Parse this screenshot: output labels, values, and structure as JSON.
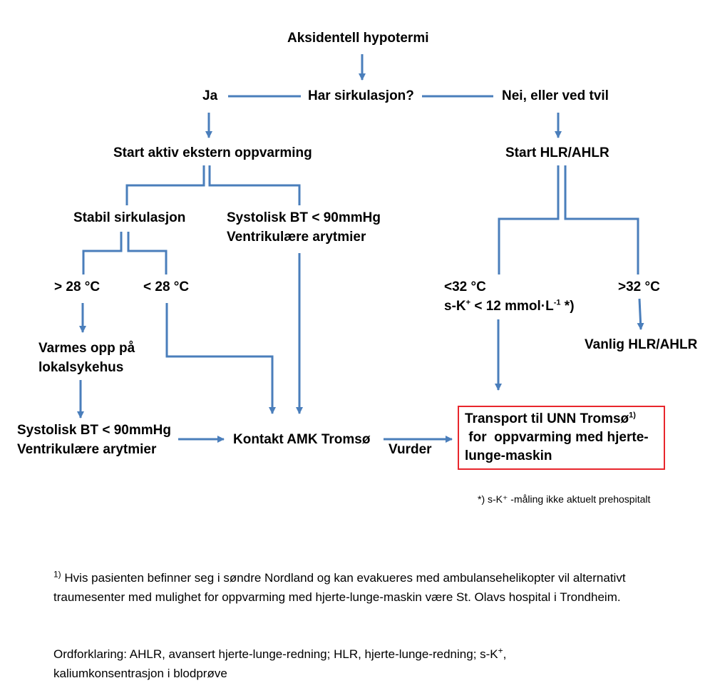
{
  "nodes": {
    "start": "Aksidentell hypotermi",
    "question": "Har sirkulasjon?",
    "yes": "Ja",
    "no": "Nei, eller ved tvil",
    "active_external": "Start aktiv ekstern oppvarming",
    "cpr": "Start HLR/AHLR",
    "stable": "Stabil sirkulasjon",
    "systolic_1": "Systolisk BT < 90mmHg",
    "ventricular_1": "Ventrikulære arytmier",
    "above28": "> 28 °C",
    "below28": "< 28 °C",
    "below32": "<32 °C",
    "potassium_prefix": "s-K",
    "potassium_plus": "+",
    "potassium_mid": " < 12 mmol·L",
    "potassium_exp": "-1",
    "potassium_suffix": " *)",
    "above32": ">32 °C",
    "warm_local_1": "Varmes opp på",
    "warm_local_2": "lokalsykehus",
    "usual_cpr": "Vanlig HLR/AHLR",
    "systolic_2": "Systolisk BT < 90mmHg",
    "ventricular_2": "Ventrikulære arytmier",
    "contact": "Kontakt AMK Tromsø",
    "consider": "Vurder",
    "transport_1": "Transport til UNN Tromsø",
    "transport_sup": "1)",
    "transport_2": " for  oppvarming med hjerte-",
    "transport_3": "lunge-maskin"
  },
  "footnote_star": "*) s-K⁺ -måling ikke aktuelt prehospitalt",
  "footnote_1_marker": "1)",
  "footnote_1_text": " Hvis pasienten befinner seg i søndre Nordland og kan evakueres med ambulansehelikopter vil alternativt traumesenter med mulighet for oppvarming med hjerte-lunge-maskin være St. Olavs hospital i Trondheim.",
  "glossary_text_1": "Ordforklaring: AHLR, avansert hjerte-lunge-redning; HLR, hjerte-lunge-redning; s-K",
  "glossary_plus": "+",
  "glossary_text_2": ",",
  "glossary_line_2": "kaliumkonsentrasjon i blodprøve",
  "colors": {
    "line": "#4a7ebb",
    "box_border": "#e8262c"
  }
}
